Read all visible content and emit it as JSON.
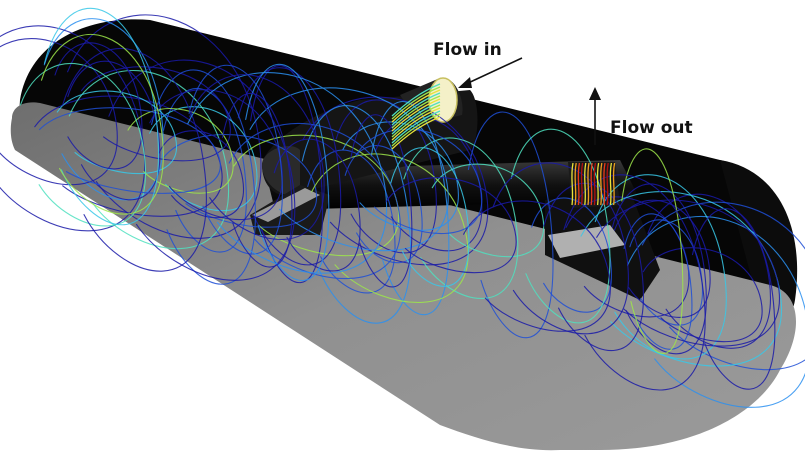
{
  "labels": {
    "flow_in": "Flow in",
    "flow_out": "Flow out"
  },
  "colors": {
    "tank_dark": "#0a0a0a",
    "floor": "#8c8c8c",
    "pipe": "#1a1a1a",
    "streamline_palette": [
      "#1a1aa8",
      "#1f4fd6",
      "#2a8ff0",
      "#38c8e8",
      "#4fe0c0",
      "#9ee64a",
      "#e8e23a",
      "#f0a020",
      "#e83a1a",
      "#b01010"
    ]
  },
  "arrows": {
    "flow_in_direction": "toward inlet (down-left)",
    "flow_out_direction": "up"
  }
}
